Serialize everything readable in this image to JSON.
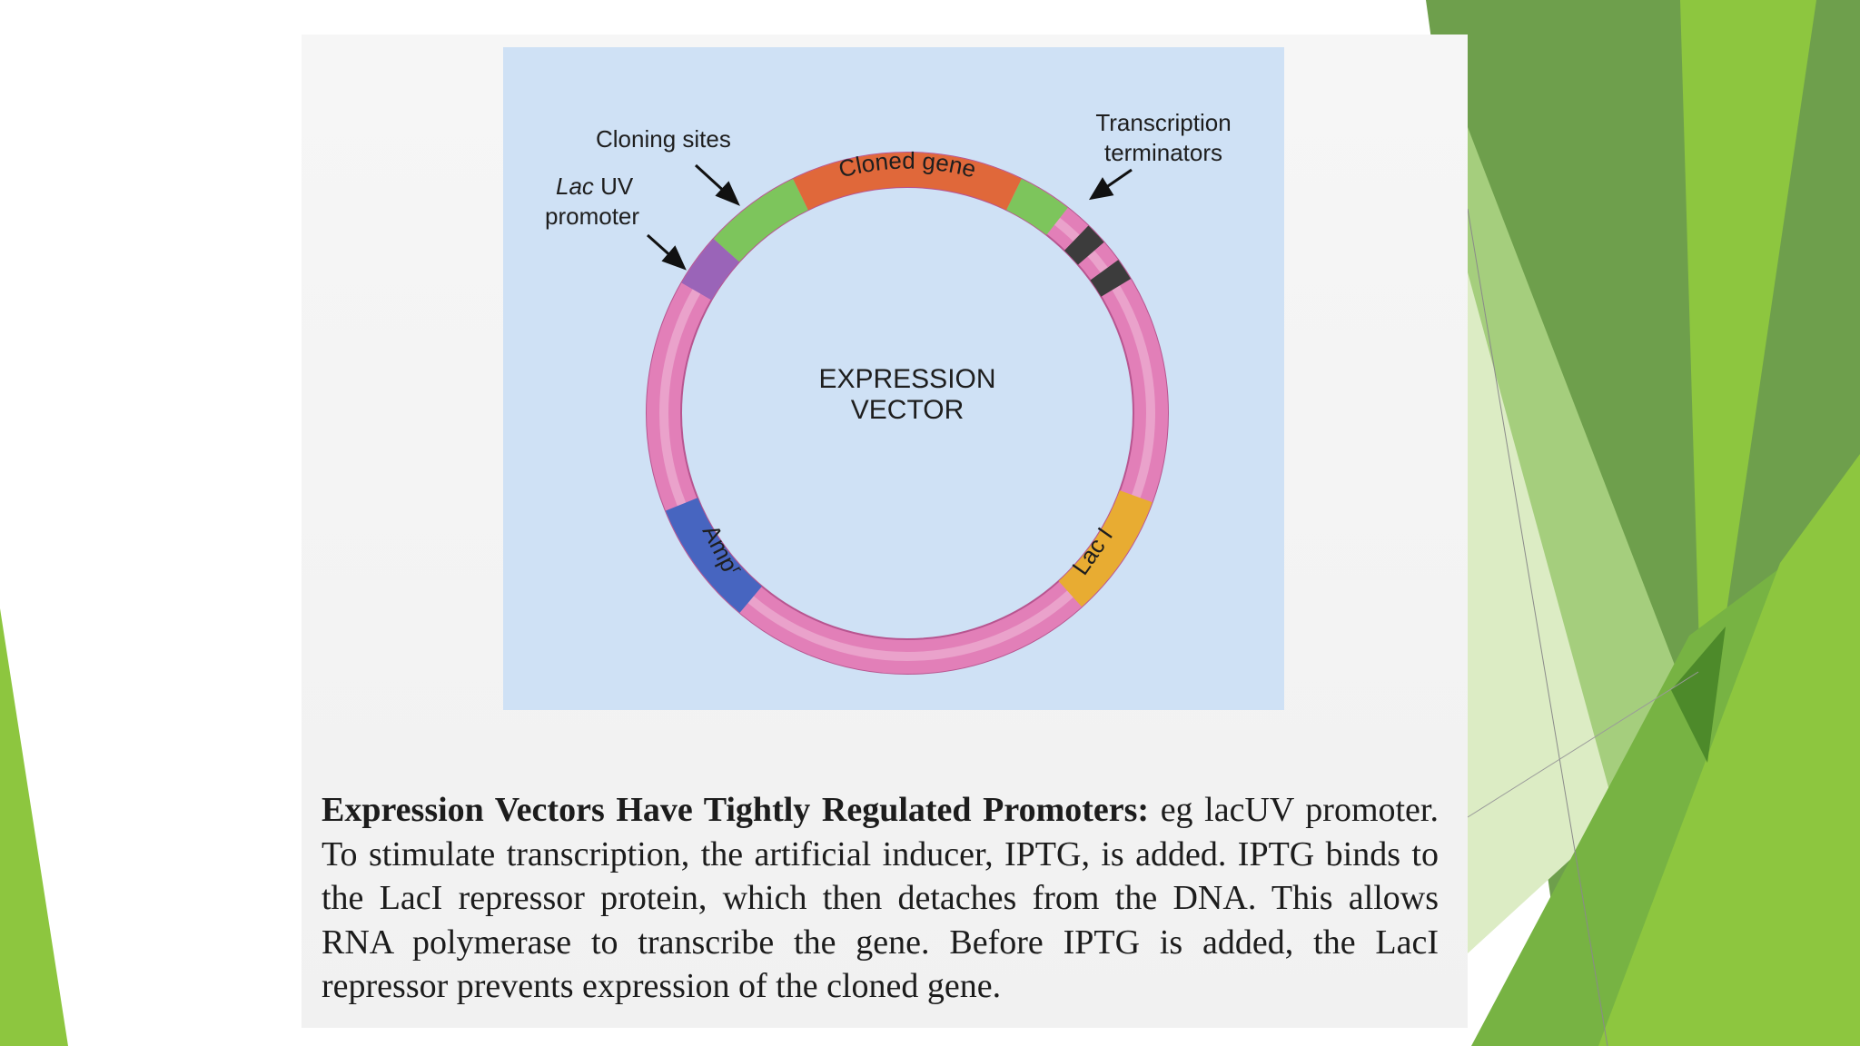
{
  "slide": {
    "accent_color": "#8dc63f"
  },
  "diagram": {
    "center_title": [
      "EXPRESSION",
      "VECTOR"
    ],
    "labels": {
      "cloning_sites": "Cloning sites",
      "lac_promoter_italic": "Lac",
      "lac_promoter_rest": " UV",
      "lac_promoter_line2": "promoter",
      "terminators_line1": "Transcription",
      "terminators_line2": "terminators"
    },
    "segments": {
      "cloned_gene": "Cloned gene",
      "amp_main": "Amp",
      "amp_sup": "r",
      "laci": "Lac I"
    },
    "colors": {
      "panel": "#cfe1f5",
      "ring": "#e27fb8",
      "cloned_gene": "#e0683a",
      "cloning_sites": "#7dc55c",
      "promoter": "#9a64b8",
      "terminator": "#3c3c3c",
      "amp": "#4765c0",
      "laci": "#e8ac32"
    }
  },
  "caption": {
    "lead": "Expression Vectors Have Tightly Regulated Promoters:",
    "body": " eg lacUV promoter. To stimulate transcription, the artificial inducer, IPTG, is added. IPTG binds to the LacI repressor protein, which then detaches from the DNA. This allows RNA polymerase to transcribe the gene. Before IPTG is added, the LacI repressor prevents expression of the cloned gene."
  }
}
